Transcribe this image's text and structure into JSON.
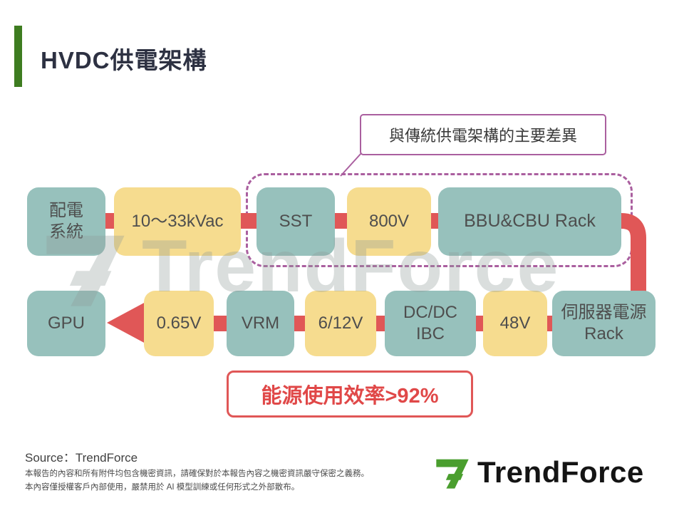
{
  "slide": {
    "title": "HVDC供電架構",
    "callout": "與傳統供電架構的主要差異",
    "efficiency": "能源使用效率>92%",
    "source": "Source：TrendForce",
    "disclaimer1": "本報告的內容和所有附件均包含機密資訊，請確保對於本報告內容之機密資訊嚴守保密之義務。",
    "disclaimer2": "本內容僅授權客戶內部使用，嚴禁用於 AI 模型訓練或任何形式之外部散布。",
    "watermark": "TrendForce",
    "logo_text": "TrendForce"
  },
  "flow": {
    "row1": [
      {
        "label": "配電\n系統",
        "type": "teal"
      },
      {
        "label": "10～33kVac",
        "type": "yellow"
      },
      {
        "label": "SST",
        "type": "teal"
      },
      {
        "label": "800V",
        "type": "yellow"
      },
      {
        "label": "BBU&CBU Rack",
        "type": "teal"
      }
    ],
    "row2": [
      {
        "label": "GPU",
        "type": "teal"
      },
      {
        "label": "0.65V",
        "type": "yellow"
      },
      {
        "label": "VRM",
        "type": "teal"
      },
      {
        "label": "6/12V",
        "type": "yellow"
      },
      {
        "label": "DC/DC\nIBC",
        "type": "teal"
      },
      {
        "label": "48V",
        "type": "yellow"
      },
      {
        "label": "伺服器電源\nRack",
        "type": "teal"
      }
    ]
  },
  "colors": {
    "teal_box": "#97c1bc",
    "yellow_box": "#f6dc8f",
    "connector_red": "#e05757",
    "highlight_purple": "#aa5f9f",
    "accent_green": "#3e7c20",
    "logo_green": "#4a9e2e",
    "title_text": "#2d3142",
    "efficiency_red": "#e04848"
  }
}
